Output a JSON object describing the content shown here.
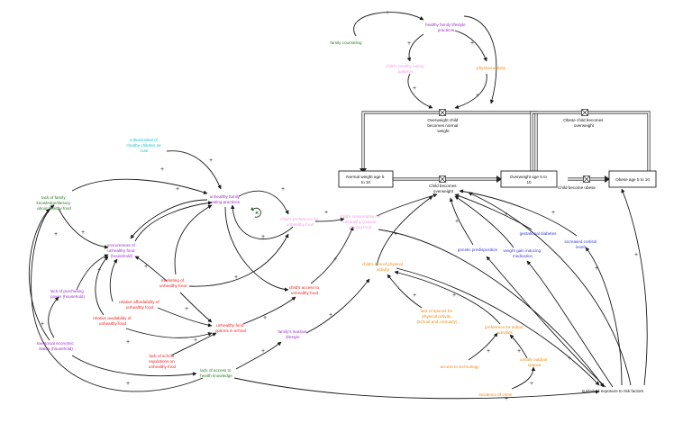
{
  "colors": {
    "purple": "#9b2fc8",
    "red": "#ee2222",
    "green": "#2a7a2a",
    "orange": "#f28a0c",
    "blue": "#3a3ad8",
    "pink": "#f59ce8",
    "cyan": "#14c4cc",
    "black": "#111111",
    "arrow": "#1a1a1a"
  },
  "stocks": {
    "normal": [
      "Normal weight age 5",
      "to 10"
    ],
    "overweight": [
      "Overweight age 5 to",
      "10"
    ],
    "obese": [
      "Obese age 5 to 10"
    ]
  },
  "flows": {
    "becomes_normal": [
      "Overweight child",
      "becomes normal",
      "weight"
    ],
    "becomes_overweight": [
      "Child becomes",
      "overweight"
    ],
    "becomes_obese": [
      "Child become obese"
    ],
    "obese_to_overweight": [
      "Obese child becomes",
      "overweight"
    ]
  },
  "variables": {
    "healthy_lifestyle": [
      "healthy family lifestyle",
      "practices"
    ],
    "family_counseling": [
      "family counseling"
    ],
    "child_healthy_eating": [
      "child's healthy eating",
      "patterns"
    ],
    "physical_activity": [
      "physical activity"
    ],
    "cultural_ideal": [
      "cultural ideal of",
      "chubby children as",
      "cute"
    ],
    "unhealthy_eating": [
      "unhealthy family",
      "eating practices"
    ],
    "lack_knowledge": [
      "lack of family",
      "knowledge/literacy",
      "about healthy food"
    ],
    "procurement": [
      "procurement of",
      "unhealthy food",
      "(household)"
    ],
    "child_preference": [
      "child's preference for",
      "unhealthy food"
    ],
    "child_consumption": [
      "child's consumption of",
      "unhealthy (calorie",
      "dense) food"
    ],
    "marketing": [
      "marketing of",
      "unhealthy food"
    ],
    "child_access": [
      "child's access to",
      "unhealthy food"
    ],
    "relative_affordability": [
      "relative affordability of",
      "unhealthy food"
    ],
    "lack_purchasing": [
      "lack of purchasing",
      "power (household)"
    ],
    "relative_availability": [
      "relative availability of",
      "unhealthy food"
    ],
    "food_options_school": [
      "unhealthy food",
      "options in school"
    ],
    "low_ses": [
      "low social economic",
      "status (household)"
    ],
    "lack_school_regulations": [
      "lack of school",
      "regulations on",
      "unhealthy food"
    ],
    "lack_health_access": [
      "lack of access to",
      "health knowledge"
    ],
    "inactive_lifestyle": [
      "family's inactive",
      "lifestyle"
    ],
    "child_lack_activity": [
      "child's lack of physical",
      "activity"
    ],
    "genetic": [
      "genetic predisposition"
    ],
    "gestational": [
      "gestational diabetes"
    ],
    "weight_gain_med": [
      "weight gain inducing",
      "medication"
    ],
    "cortisol": [
      "increased cortisol",
      "levels"
    ],
    "lack_spaces": [
      "lack of spaces for",
      "physical activity",
      "(school and comunity)"
    ],
    "preference_indoor": [
      "preference for indoor",
      "activities"
    ],
    "access_technology": [
      "access to technology"
    ],
    "unsafe_spaces": [
      "unsafe outdoor",
      "spaces"
    ],
    "crime": [
      "incidence of crime"
    ],
    "sustained_exposure": [
      "sustained exposure to risk factors"
    ]
  },
  "loop_label": "R",
  "polarity": "+"
}
